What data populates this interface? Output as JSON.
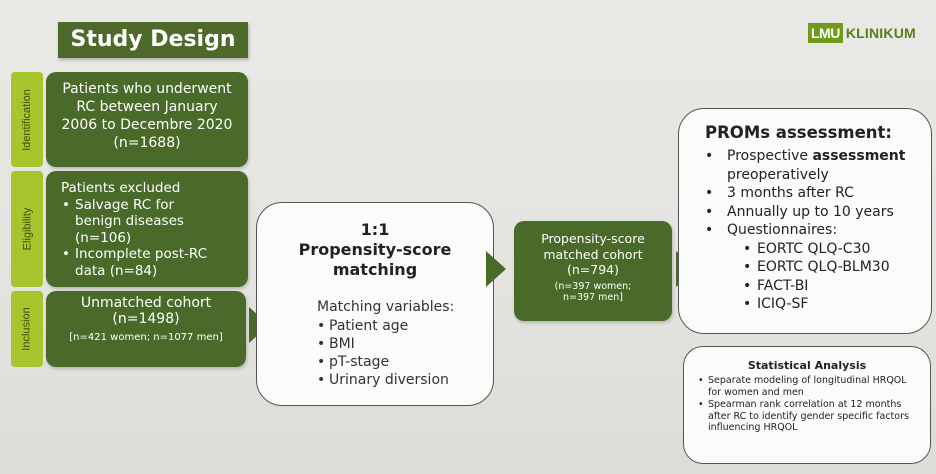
{
  "title": "Study Design",
  "logo": {
    "mark": "LMU",
    "text": "KLINIKUM",
    "color": "#6f9a1c"
  },
  "phases": [
    "Identification",
    "Eligibility",
    "Inclusion"
  ],
  "identification": {
    "lines": [
      "Patients who underwent",
      "RC between January",
      "2006 to Decembre 2020",
      "(n=1688)"
    ]
  },
  "eligibility": {
    "heading": "Patients excluded",
    "items": [
      {
        "lines": [
          "Salvage RC for",
          "benign diseases",
          "(n=106)"
        ]
      },
      {
        "lines": [
          "Incomplete post-RC",
          "data (n=84)"
        ]
      }
    ]
  },
  "inclusion": {
    "lines": [
      "Unmatched cohort",
      "(n=1498)"
    ],
    "detail": "[n=421 women; n=1077 men]"
  },
  "matching": {
    "ratio": "1:1",
    "title_line1": "Propensity-score",
    "title_line2": "matching",
    "variables_label": "Matching variables:",
    "variables": [
      "Patient age",
      "BMI",
      "pT-stage",
      "Urinary diversion"
    ]
  },
  "matched": {
    "lines": [
      "Propensity-score",
      "matched cohort",
      "(n=794)"
    ],
    "detail": [
      "(n=397 women;",
      "n=397 men]"
    ]
  },
  "proms": {
    "title": "PROMs assessment:",
    "items": [
      {
        "pre": "Prospective ",
        "bold": "assessment",
        "post": ""
      },
      {
        "pre": "preoperatively",
        "bold": "",
        "post": "",
        "continuation": true
      },
      {
        "pre": "3 months after RC",
        "bold": "",
        "post": ""
      },
      {
        "pre": "Annually up to 10 years",
        "bold": "",
        "post": ""
      },
      {
        "pre": "Questionnaires:",
        "bold": "",
        "post": ""
      }
    ],
    "questionnaires": [
      "EORTC QLQ-C30",
      "EORTC QLQ-BLM30",
      "FACT-BI",
      "ICIQ-SF"
    ]
  },
  "stats": {
    "title": "Statistical Analysis",
    "items": [
      "Separate modeling of longitudinal HRQOL for women and men",
      "Spearman rank correlation at 12 months after RC to identify gender specific factors influencing HRQOL"
    ]
  },
  "colors": {
    "dark_green": "#4a6a2a",
    "light_green": "#a7c52c"
  }
}
